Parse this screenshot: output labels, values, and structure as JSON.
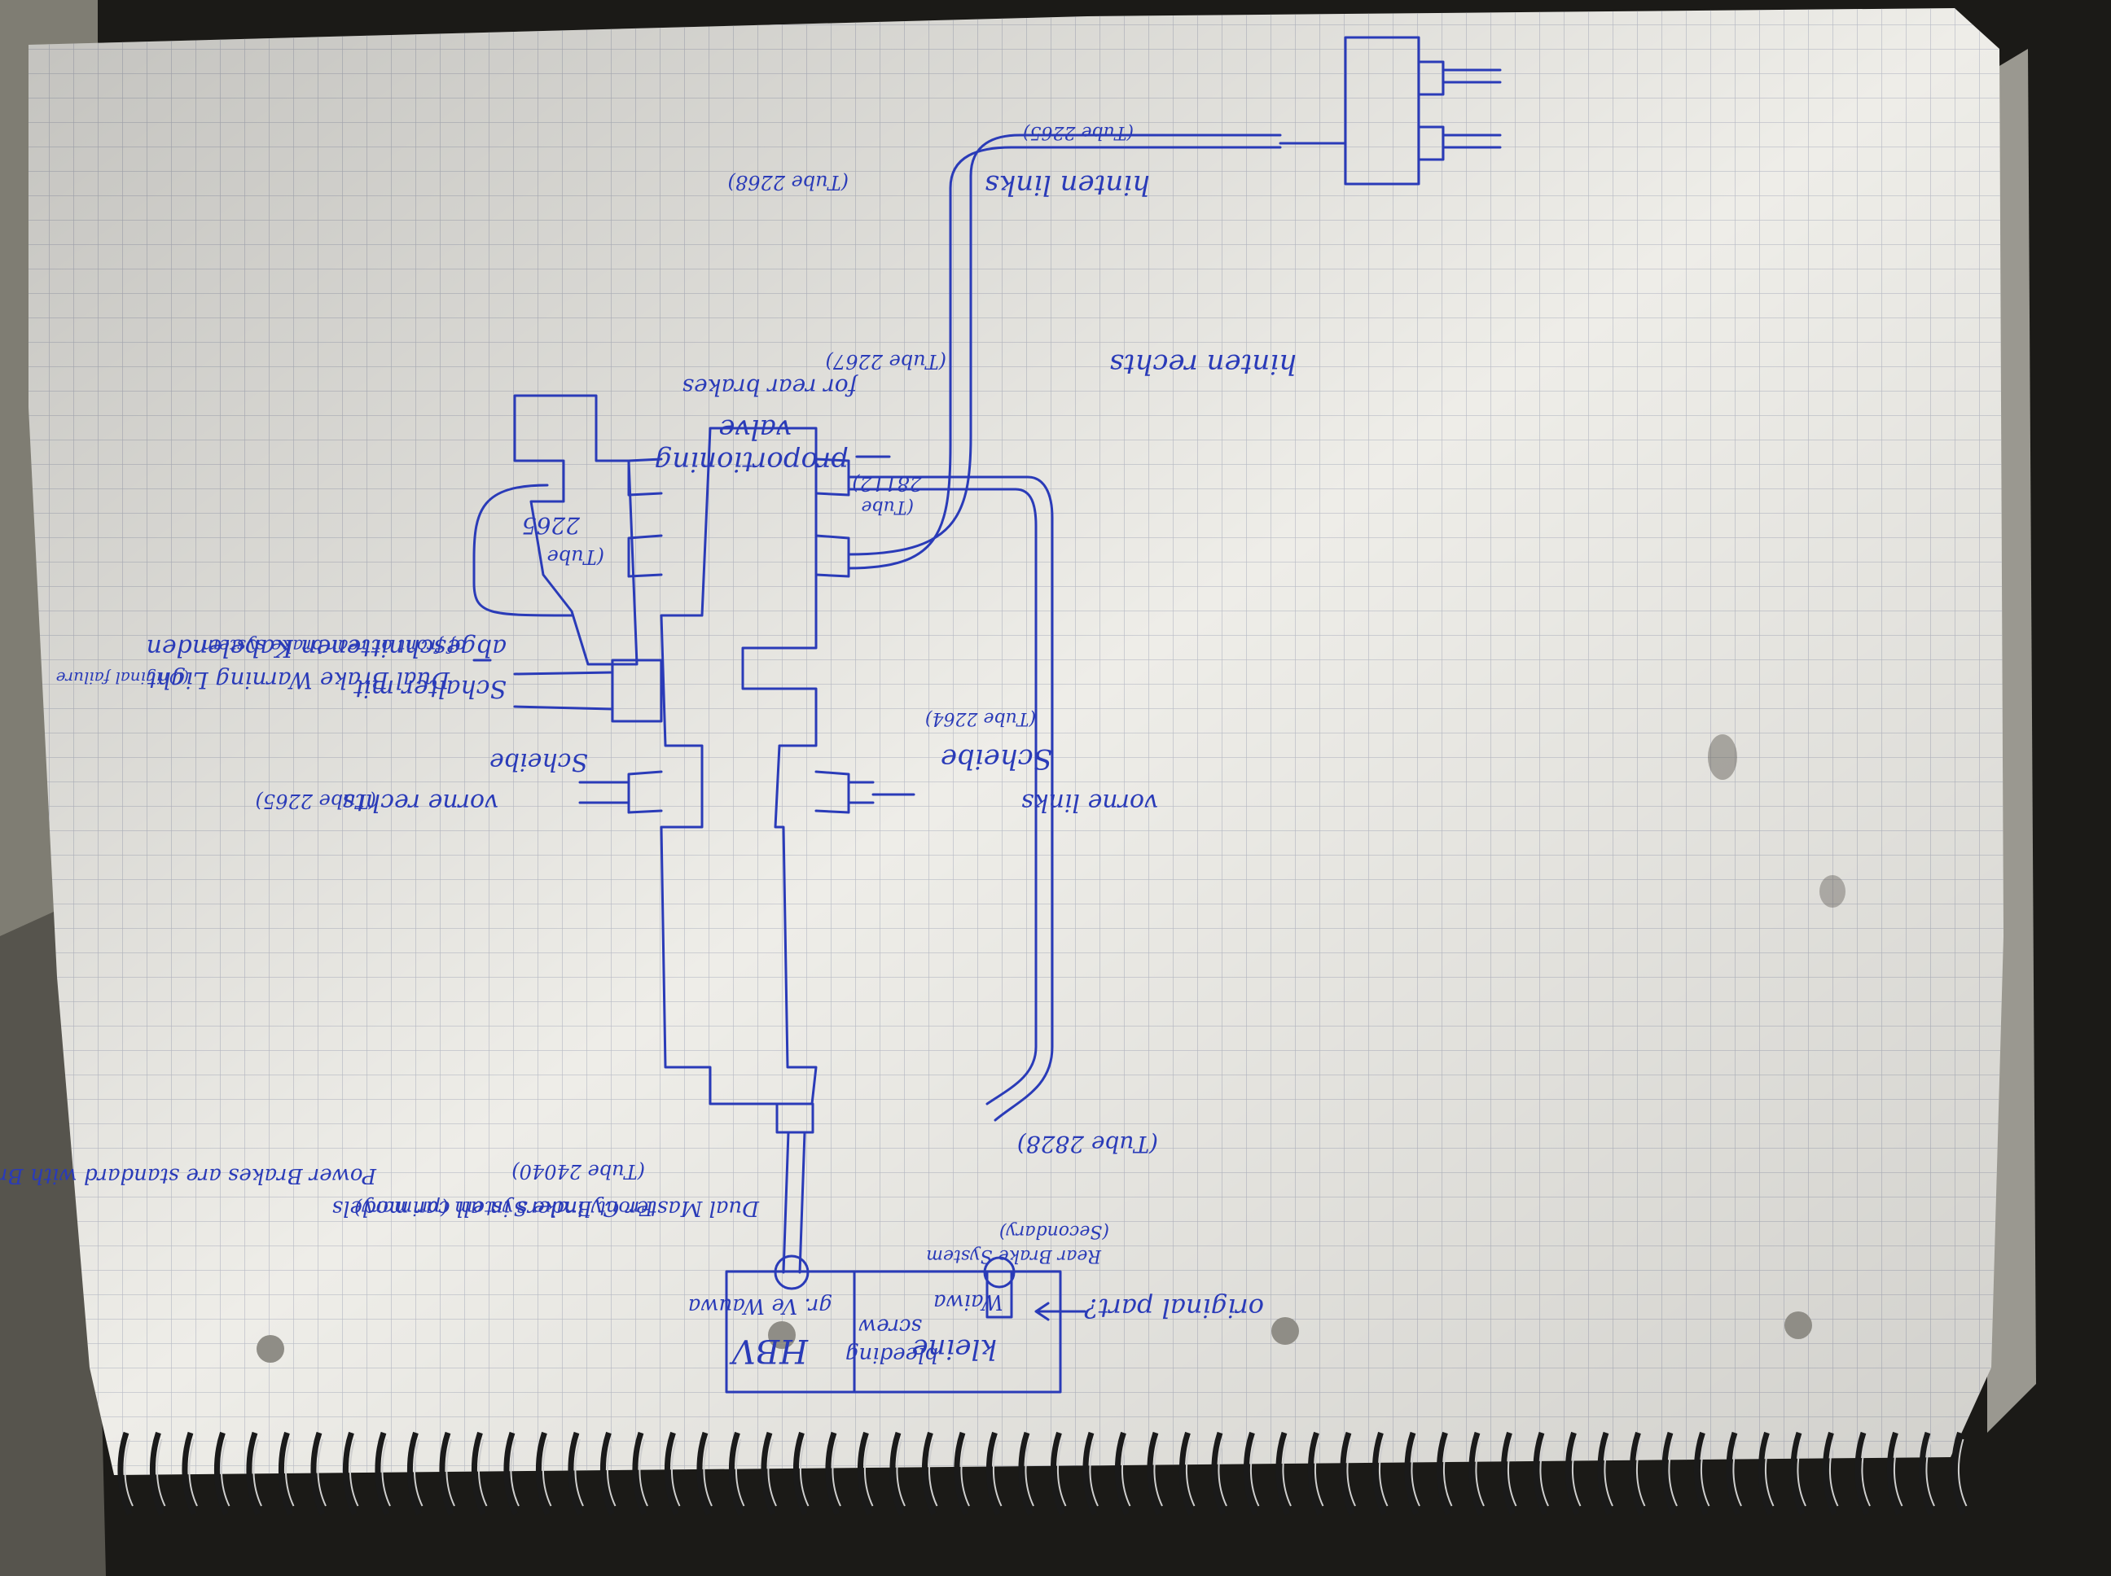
{
  "colors": {
    "ink": "#2a3bb8",
    "paper": "#eeede8",
    "grid": "#b9bcc6",
    "background": "#1b1a17"
  },
  "diagram": {
    "rotation_deg": 180,
    "labels": {
      "hbv": "HBV",
      "hbv_sub": "gr. Ve Wauwa",
      "kleine_top": "kleine",
      "kleine_bottom": "Waiwa",
      "original_part": "original part?",
      "bleeding_screw_1": "bleeding",
      "bleeding_screw_2": "screw",
      "rear_brake_1": "Rear Brake System",
      "rear_brake_2": "(Secondary)",
      "front_brake": "Front Brake System (primary)",
      "tube_24040": "(Tube 24040)",
      "tube_2828": "(Tube 2828)",
      "dual_master_1": "Dual Master Cylinders in all car models",
      "dual_master_2": "Power Brakes are standard with Brakelite",
      "vorne_links": "vorne links",
      "scheibe_left": "Scheibe",
      "tube_2264": "(Tube 2264)",
      "vorne_rechts": "vorne rechts",
      "tube_2265_front": "(Tube 2265)",
      "scheibe_right": "Scheibe",
      "dual_warning": "Dual Brake Warning Light",
      "original_failure": "(Original failure",
      "of_front_rear": "of front or rear brake system",
      "schalter": "Schalter mit",
      "abgeschnittenen": "abgeschnittenen Kabelenden",
      "tube_2265_mid_1": "(Tube",
      "tube_2265_mid_2": "2265",
      "proportioning": "proportioning",
      "valve": "valve",
      "rear_brakes": "for rear brakes",
      "tube_28112_1": "(Tube",
      "tube_28112_2": "28112)",
      "tube_2265_top": "(Tube 2265)",
      "hinten_rechts": "hinten rechts",
      "tube_2267": "(Tube 2267)",
      "hinten_links": "hinten links",
      "tube_2268": "(Tube 2268)"
    }
  }
}
